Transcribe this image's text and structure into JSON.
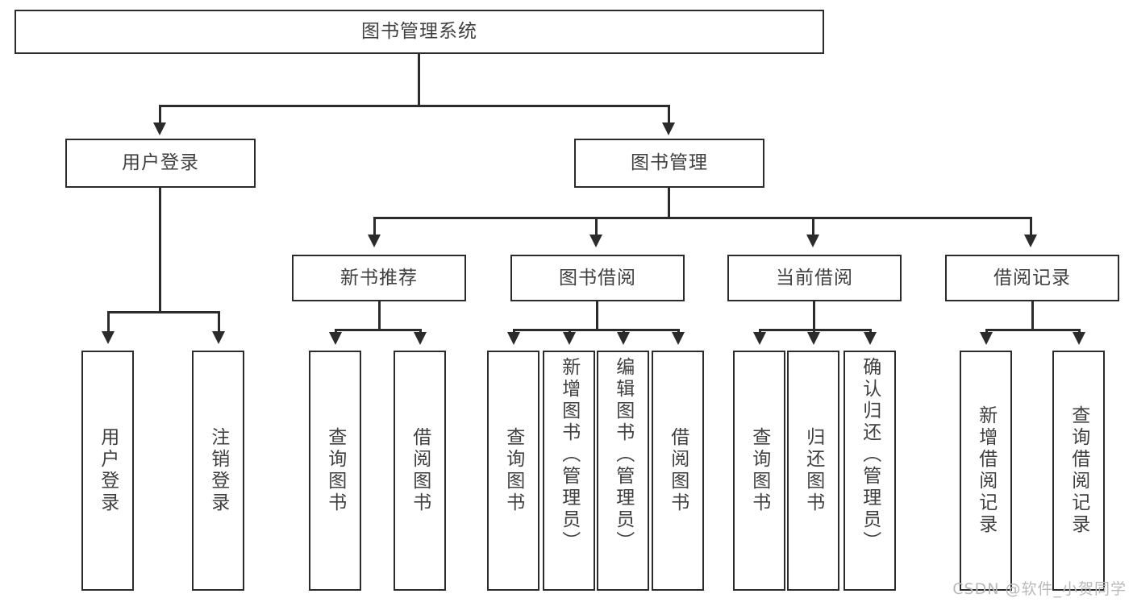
{
  "diagram": {
    "type": "tree-hierarchy",
    "title": "图书管理系统",
    "root": {
      "label": "图书管理系统"
    },
    "level2": [
      {
        "label": "用户登录"
      },
      {
        "label": "图书管理"
      }
    ],
    "level3": [
      {
        "label": "新书推荐"
      },
      {
        "label": "图书借阅"
      },
      {
        "label": "当前借阅"
      },
      {
        "label": "借阅记录"
      }
    ],
    "leaves": {
      "user_login": [
        {
          "label": "用户登录"
        },
        {
          "label": "注销登录"
        }
      ],
      "new_book_recommend": [
        {
          "label": "查询图书"
        },
        {
          "label": "借阅图书"
        }
      ],
      "book_borrow": [
        {
          "label": "查询图书"
        },
        {
          "label": "新增图书（管理员）"
        },
        {
          "label": "编辑图书（管理员）"
        },
        {
          "label": "借阅图书"
        }
      ],
      "current_borrow": [
        {
          "label": "查询图书"
        },
        {
          "label": "归还图书"
        },
        {
          "label": "确认归还（管理员）"
        }
      ],
      "borrow_record": [
        {
          "label": "新增借阅记录"
        },
        {
          "label": "查询借阅记录"
        }
      ]
    }
  },
  "watermark": {
    "text": "CSDN @软件_小贺同学"
  },
  "colors": {
    "box_border": "#2b2b2b",
    "box_fill": "#ffffff",
    "text": "#3f3f3f",
    "connector": "#2b2b2b",
    "watermark": "#b9b9b9"
  }
}
